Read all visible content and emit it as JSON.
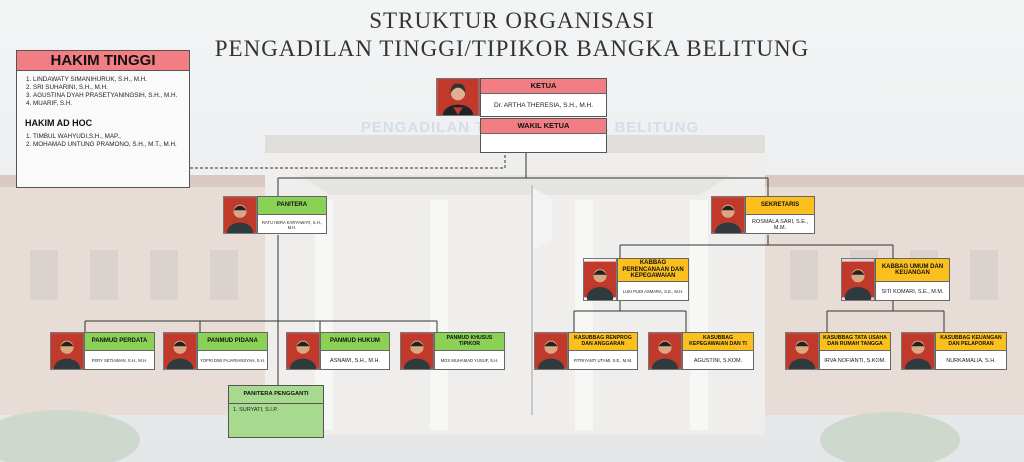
{
  "title": {
    "line1": "STRUKTUR ORGANISASI",
    "line2": "PENGADILAN TINGGI/TIPIKOR BANGKA BELITUNG"
  },
  "background": {
    "building_sign": "PENGADILAN TINGGI BANGKA BELITUNG"
  },
  "judges": {
    "header": "HAKIM TINGGI",
    "members": [
      "LINDAWATY SIMANIHURUK, S.H., M.H.",
      "SRI SUHARINI, S.H., M.H.",
      "AGUSTINA DYAH PRASETYANINGSIH, S.H., M.H.",
      "MUARIF, S.H."
    ],
    "adhoc_header": "HAKIM AD HOC",
    "adhoc_members": [
      "TIMBUL WAHYUDI,S.H., MAP.,",
      "MOHAMAD UNTUNG PRAMONO, S.H., M.T., M.H."
    ]
  },
  "ketua": {
    "role": "KETUA",
    "name": "Dr. ARTHA THERESIA, S.H., M.H."
  },
  "wakil": {
    "role": "WAKIL KETUA",
    "name": ""
  },
  "panitera": {
    "role": "PANITERA",
    "name": "RATU HERA KARYAWATI, S.H., M.H."
  },
  "sekretaris": {
    "role": "SEKRETARIS",
    "name": "ROSMALA SARI, S.E., M.M."
  },
  "kabbag_perencanaan": {
    "role": "KABBAG PERENCANAAN DAN KEPEGAWAIAN",
    "name": "LUKI PUDI ASMARA, S.E., M.H."
  },
  "kabbag_umum": {
    "role": "KABBAG UMUM DAN KEUANGAN",
    "name": "SITI KOMARI, S.E., M.M."
  },
  "panmud_perdata": {
    "role": "PANMUD PERDATA",
    "name": "FERY SETIAWAN, S.H., M.H."
  },
  "panmud_pidana": {
    "role": "PANMUD PIDANA",
    "name": "YOFRI DWI FAJARIANSYAH, S.H."
  },
  "panmud_hukum": {
    "role": "PANMUD HUKUM",
    "name": "ASNAWI, S.H., M.H."
  },
  "panmud_tipikor": {
    "role": "PANMUD KHUSUS TIPIKOR",
    "name": "MGS MUHAMAD YUSUF, S.H."
  },
  "kasubbag_renprog": {
    "role": "KASUBBAG RENPROG DAN ANGGARAN",
    "name": "FITRIYANTI UTAMI, S.E., M.M."
  },
  "kasubbag_kepeg": {
    "role": "KASUBBAG KEPEGAWAIAN DAN TI",
    "name": "AGUSTINI, S.KOM."
  },
  "kasubbag_tata": {
    "role": "KASUBBAG TATA USAHA DAN RUMAH TANGGA",
    "name": "IRVA NOFIANTI, S.KOM."
  },
  "kasubbag_keu": {
    "role": "KASUBBAG KEUANGAN DAN PELAPORAN",
    "name": "NURKAMALIA, S.H."
  },
  "panitera_pengganti": {
    "role": "PANITERA PENGGANTI",
    "members": [
      "SURYATI, S.I.P."
    ]
  },
  "colors": {
    "green": "#8bd155",
    "orange": "#fbbf1e",
    "red": "#f27e84",
    "pp_green": "#a7d98e"
  }
}
